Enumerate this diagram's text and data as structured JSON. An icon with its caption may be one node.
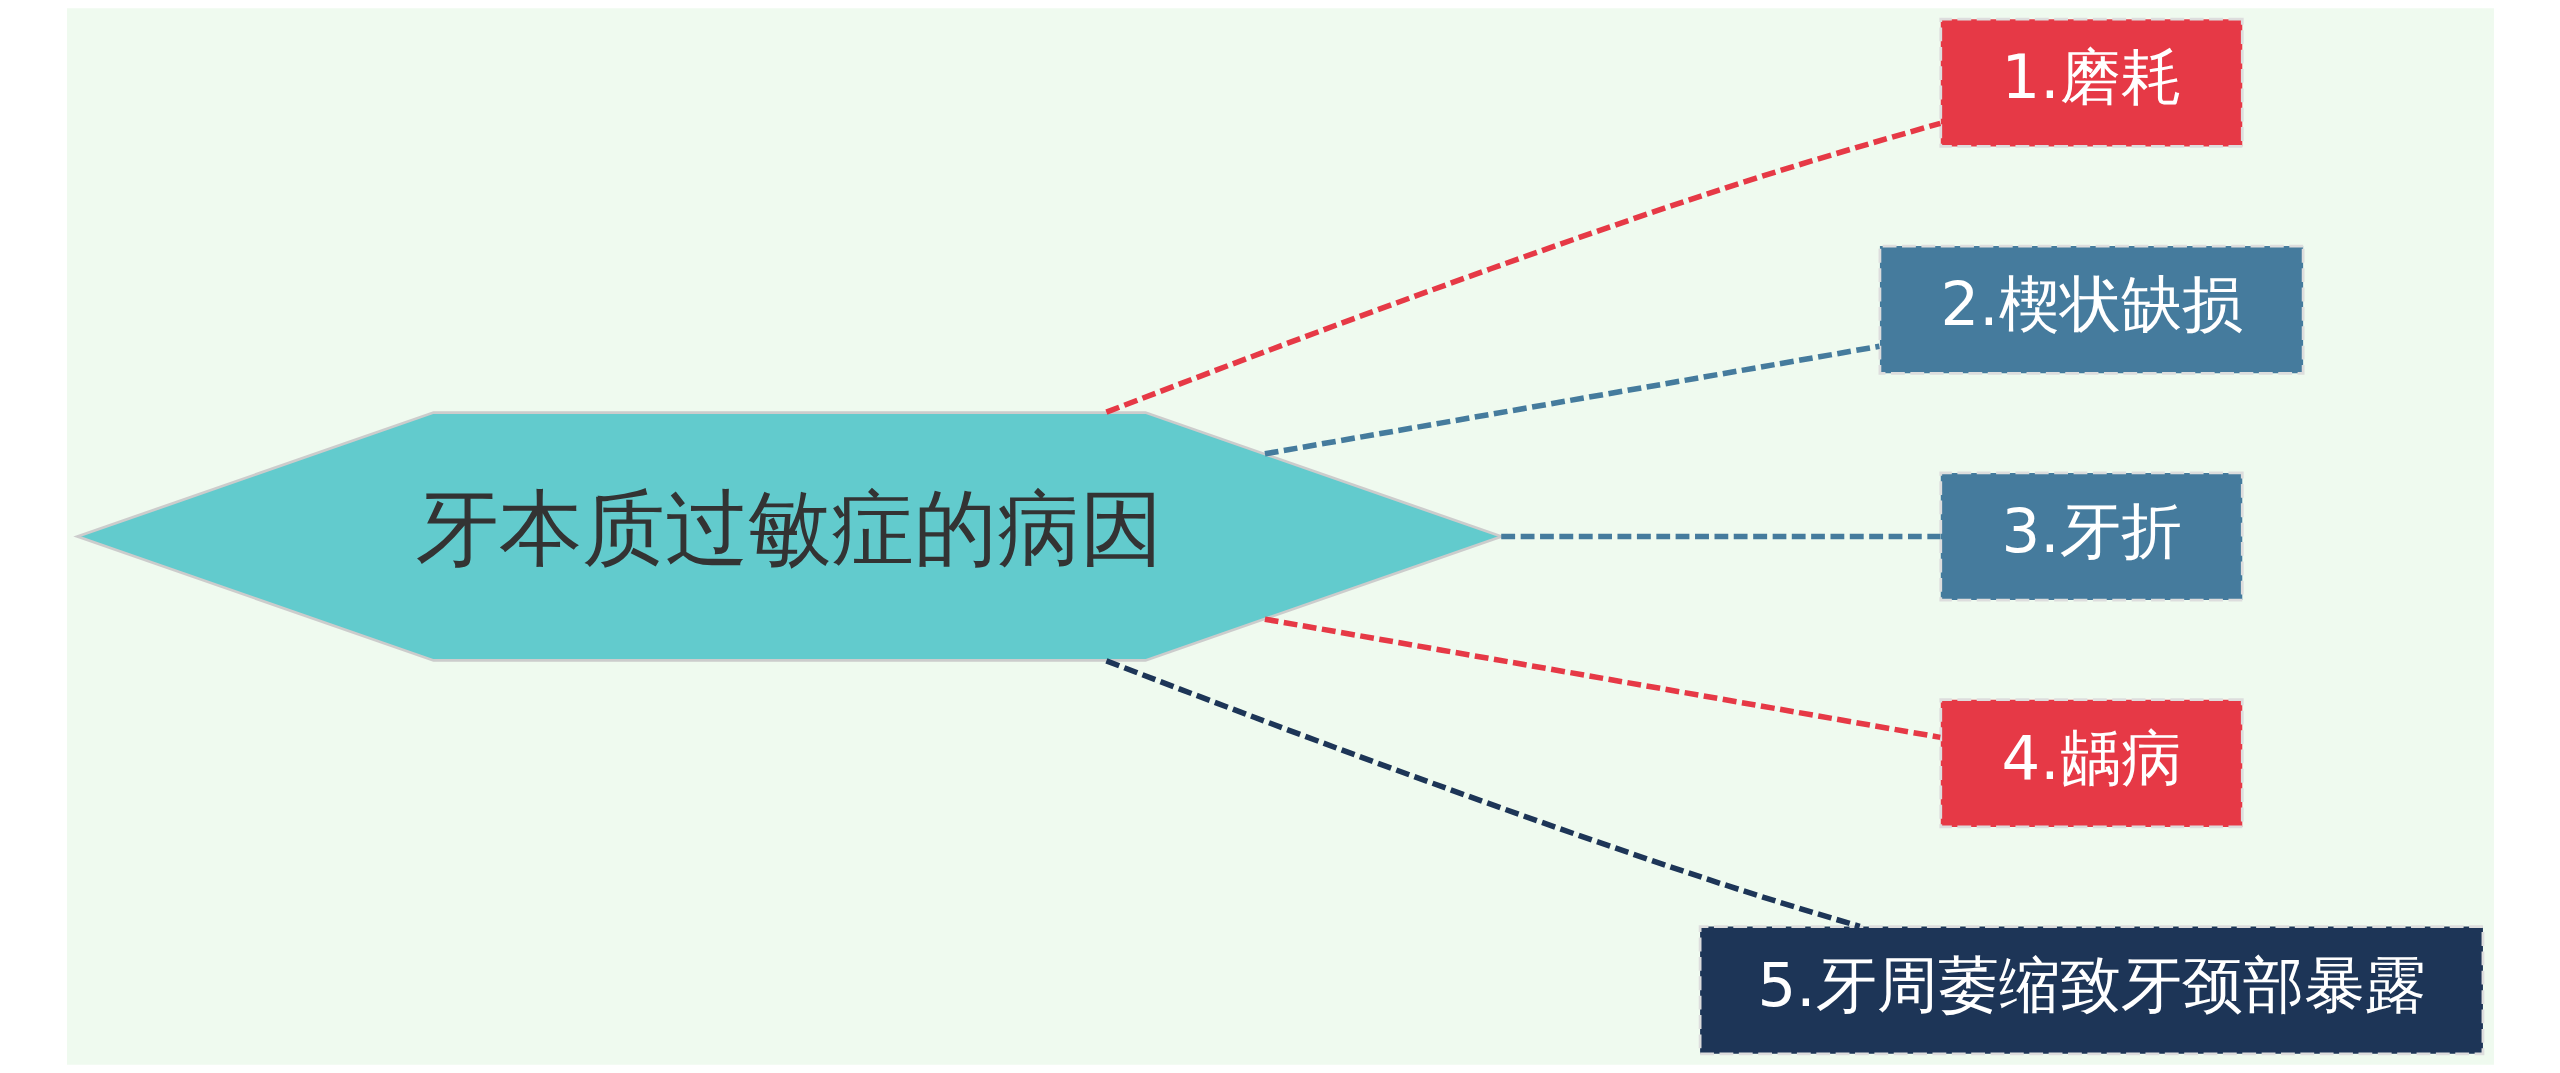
{
  "diagram": {
    "nodes": [
      {
        "text": [
          "牙本质过敏症的病因"
        ]
      },
      {
        "text": [
          "1.磨耗"
        ]
      },
      {
        "text": [
          "2.楔状缺损"
        ]
      },
      {
        "text": [
          "3.牙折"
        ]
      },
      {
        "text": [
          "4.龋病"
        ]
      },
      {
        "text": [
          "5.牙周萎缩致牙颈部暴露"
        ]
      }
    ],
    "edges": [
      {
        "from": 0,
        "to": 1,
        "arrow": "none",
        "style": "dashed",
        "color": "#e63946"
      },
      {
        "from": 0,
        "to": 2,
        "arrow": "none",
        "style": "dashed",
        "color": "#457b9d"
      },
      {
        "from": 0,
        "to": 3,
        "arrow": "none",
        "style": "dashed",
        "color": "#457b9d"
      },
      {
        "from": 0,
        "to": 4,
        "arrow": "none",
        "style": "dashed",
        "color": "#e63946"
      },
      {
        "from": 0,
        "to": 5,
        "arrow": "none",
        "style": "dashed",
        "color": "#1d3557"
      }
    ]
  }
}
